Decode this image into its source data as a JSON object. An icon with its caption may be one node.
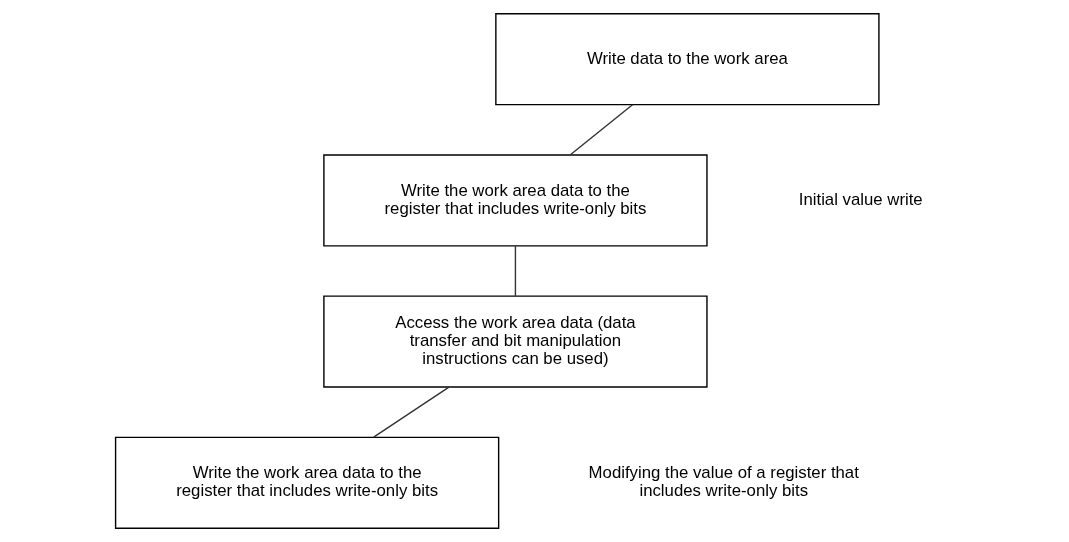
{
  "diagram": {
    "nodes": [
      {
        "text": [
          "Write data to the work area"
        ]
      },
      {
        "text": [
          "Write the work area data to the register that includes write-only bits"
        ]
      },
      {
        "text": [
          "Access the work area data (data transfer and bit manipulation instructions can be used)"
        ]
      },
      {
        "text": [
          "Write the work area data to the register that includes write-only bits"
        ]
      }
    ],
    "edges": [
      {
        "from": 0,
        "to": 1,
        "arrow": "none"
      },
      {
        "from": 1,
        "to": 2,
        "arrow": "none"
      },
      {
        "from": 2,
        "to": 3,
        "arrow": "none"
      }
    ],
    "labels": [
      "Initial value write",
      "Modifying the value of a register that includes write-only bits"
    ]
  }
}
